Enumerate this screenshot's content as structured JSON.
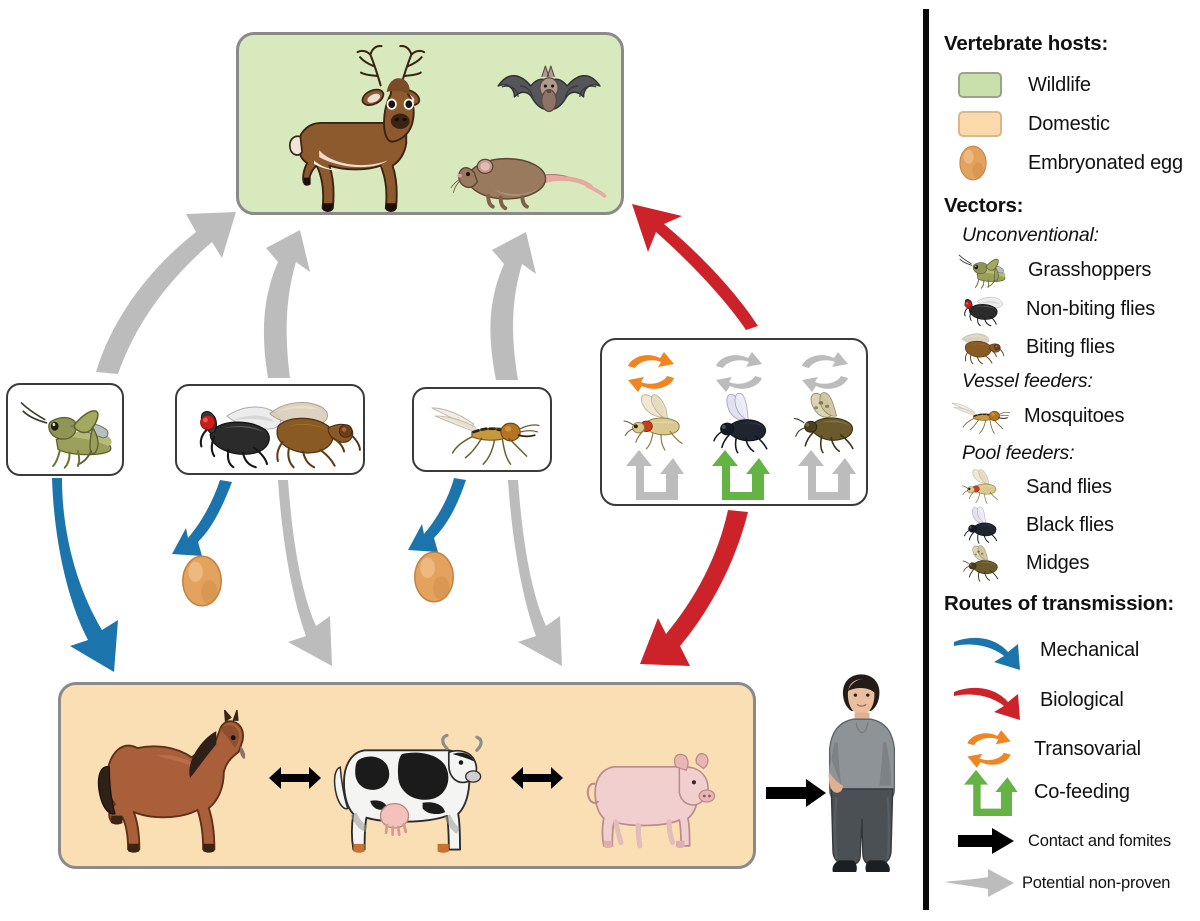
{
  "legend": {
    "sections": [
      {
        "title": "Vertebrate hosts:",
        "items": [
          {
            "label": "Wildlife",
            "icon": "green-swatch"
          },
          {
            "label": "Domestic",
            "icon": "peach-swatch"
          },
          {
            "label": "Embryonated egg",
            "icon": "egg-icon"
          }
        ]
      },
      {
        "title": "Vectors:",
        "groups": [
          {
            "subtitle": "Unconventional:",
            "items": [
              {
                "label": "Grasshoppers",
                "icon": "grasshopper-icon"
              },
              {
                "label": "Non-biting flies",
                "icon": "housefly-icon"
              },
              {
                "label": "Biting flies",
                "icon": "bitingfly-icon"
              }
            ]
          },
          {
            "subtitle": "Vessel feeders:",
            "items": [
              {
                "label": "Mosquitoes",
                "icon": "mosquito-icon"
              }
            ]
          },
          {
            "subtitle": "Pool feeders:",
            "items": [
              {
                "label": "Sand flies",
                "icon": "sandfly-icon"
              },
              {
                "label": "Black flies",
                "icon": "blackfly-icon"
              },
              {
                "label": "Midges",
                "icon": "midge-icon"
              }
            ]
          }
        ]
      },
      {
        "title": "Routes of transmission:",
        "items": [
          {
            "label": "Mechanical",
            "icon": "blue-curved-arrow-icon",
            "color": "#1b75ac"
          },
          {
            "label": "Biological",
            "icon": "red-curved-arrow-icon",
            "color": "#cc2229"
          },
          {
            "label": "Transovarial",
            "icon": "orange-cycle-arrow-icon",
            "color": "#f08522"
          },
          {
            "label": "Co-feeding",
            "icon": "green-cofeed-arrow-icon",
            "color": "#61b councils"
          },
          {
            "label": "Contact and fomites",
            "icon": "black-straight-arrow-icon",
            "color": "#000000"
          },
          {
            "label": "Potential non-proven",
            "icon": "gray-straight-arrow-icon",
            "color": "#bcbcbc"
          }
        ]
      }
    ]
  },
  "diagram": {
    "wildlife_box": {
      "name": "Wildlife",
      "fill": "#d7e9bd",
      "animals": [
        "deer",
        "bat",
        "rat"
      ]
    },
    "domestic_box": {
      "name": "Domestic",
      "fill": "#fbdfb4",
      "animals": [
        "horse",
        "cow",
        "pig"
      ]
    },
    "human": {
      "name": "human"
    },
    "vector_boxes": [
      {
        "name": "grasshopper-box",
        "vectors": [
          "grasshopper"
        ]
      },
      {
        "name": "flies-box",
        "vectors": [
          "non-biting fly",
          "biting fly"
        ]
      },
      {
        "name": "mosquito-box",
        "vectors": [
          "mosquito"
        ]
      },
      {
        "name": "pool-feeders-box",
        "vectors": [
          "sand fly",
          "black fly",
          "midge"
        ],
        "top_icons": [
          "transovarial",
          "transovarial-potential",
          "transovarial-potential"
        ],
        "bottom_icons": [
          "co-feeding-potential",
          "co-feeding",
          "co-feeding-potential"
        ]
      }
    ],
    "eggs": [
      {
        "name": "embryonated-egg-left"
      },
      {
        "name": "embryonated-egg-right"
      }
    ],
    "arrows": [
      {
        "name": "grasshopper-to-wildlife",
        "route": "Potential non-proven",
        "color": "#bcbcbc"
      },
      {
        "name": "flies-to-wildlife",
        "route": "Potential non-proven",
        "color": "#bcbcbc"
      },
      {
        "name": "mosquito-to-wildlife",
        "route": "Potential non-proven",
        "color": "#bcbcbc"
      },
      {
        "name": "poolfeeders-to-wildlife",
        "route": "Biological",
        "color": "#cc2229"
      },
      {
        "name": "grasshopper-to-domestic",
        "route": "Mechanical",
        "color": "#1b75ac"
      },
      {
        "name": "flies-to-egg",
        "route": "Mechanical",
        "color": "#1b75ac"
      },
      {
        "name": "mosquito-to-egg",
        "route": "Mechanical",
        "color": "#1b75ac"
      },
      {
        "name": "egg-left-to-domestic",
        "route": "Potential non-proven",
        "color": "#bcbcbc"
      },
      {
        "name": "egg-right-to-domestic",
        "route": "Potential non-proven",
        "color": "#bcbcbc"
      },
      {
        "name": "poolfeeders-to-domestic",
        "route": "Biological",
        "color": "#cc2229"
      },
      {
        "name": "horse-cow",
        "route": "Contact and fomites",
        "color": "#000000"
      },
      {
        "name": "cow-pig",
        "route": "Contact and fomites",
        "color": "#000000"
      },
      {
        "name": "pig-human",
        "route": "Contact and fomites",
        "color": "#000000"
      }
    ]
  }
}
